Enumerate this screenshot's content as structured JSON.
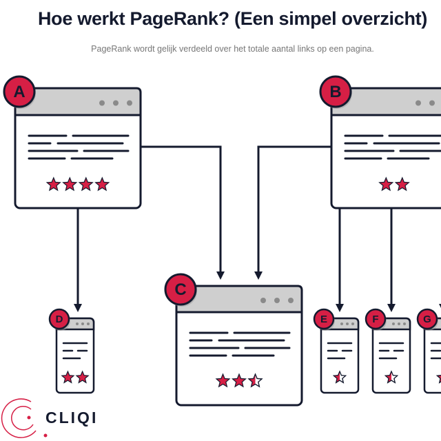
{
  "header": {
    "title": "Hoe werkt PageRank? (Een simpel overzicht)",
    "subtitle": "PageRank wordt gelijk verdeeld over het totale aantal links op een pagina."
  },
  "pages": [
    {
      "label": "A",
      "rating": 4
    },
    {
      "label": "B",
      "rating": 2
    },
    {
      "label": "C",
      "rating": 2.5
    },
    {
      "label": "D",
      "rating": 2
    },
    {
      "label": "E",
      "rating": 0.5
    },
    {
      "label": "F",
      "rating": 0.5
    },
    {
      "label": "G",
      "rating": 0.5
    }
  ],
  "logo": {
    "name": "CLIQI"
  },
  "colors": {
    "accent": "#d61f45",
    "ink": "#141a2e",
    "header": "#cfcfcf",
    "dots": "#8a8a8a"
  }
}
